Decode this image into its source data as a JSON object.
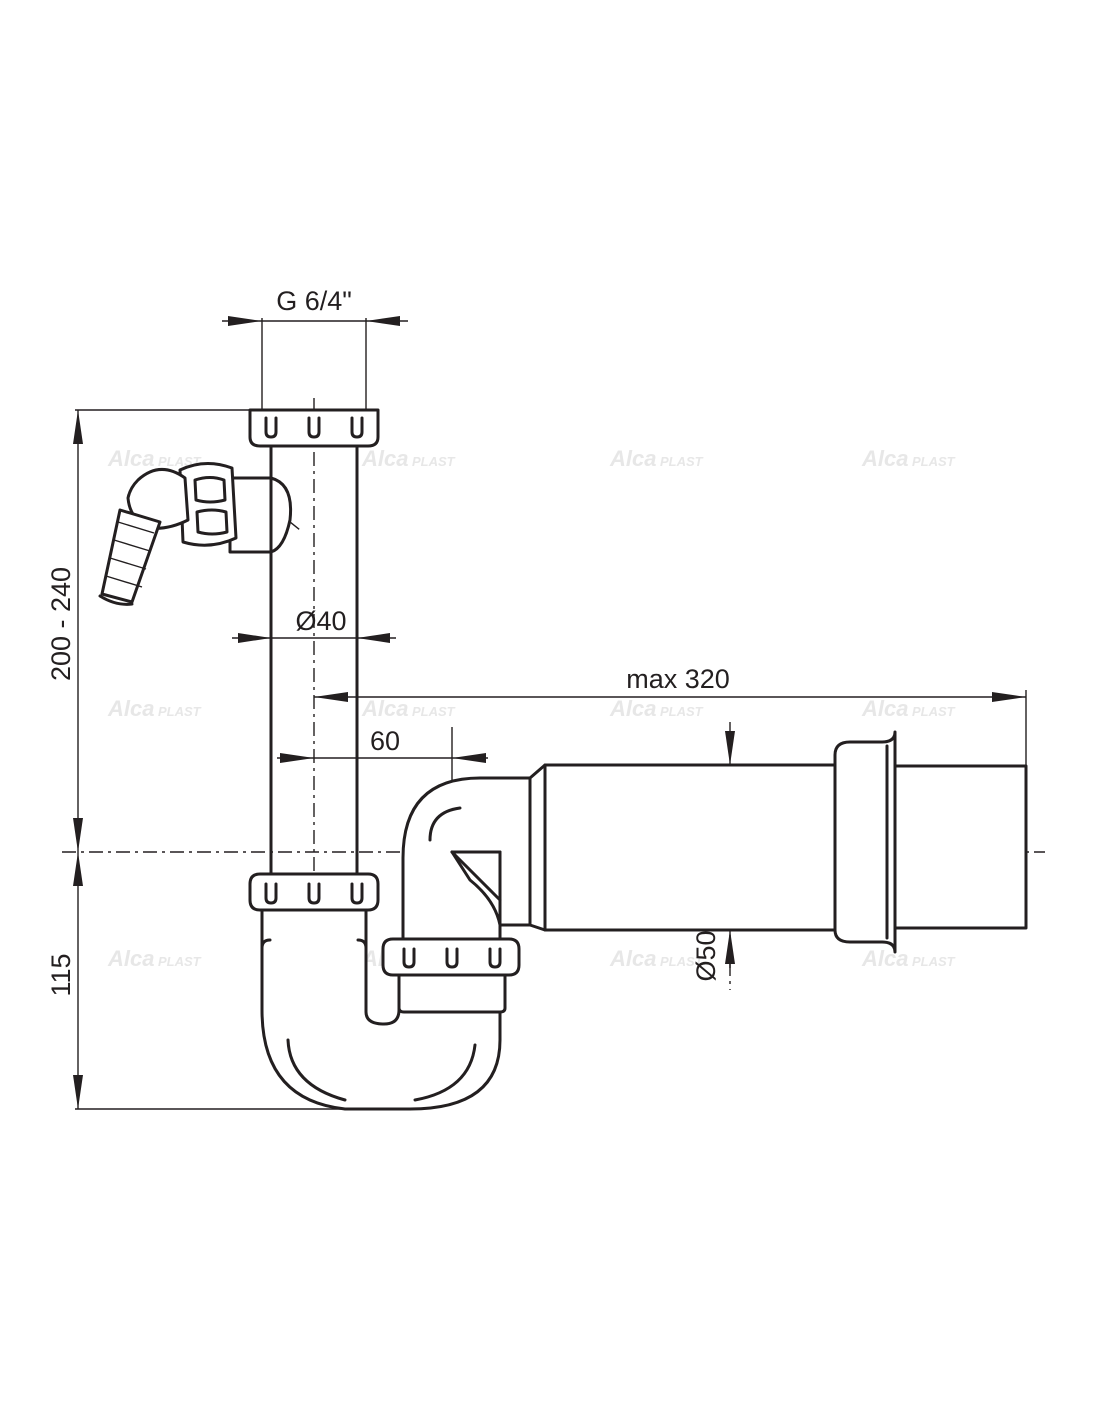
{
  "dimensions": {
    "thread": "G 6/4\"",
    "pipe_diameter": "Ø40",
    "max_length": "max 320",
    "offset": "60",
    "outlet_diameter": "Ø50",
    "height_range": "200 - 240",
    "seal_depth": "115"
  },
  "watermark": {
    "brand_main": "Alca",
    "brand_sub": "PLAST"
  },
  "colors": {
    "line": "#231f20",
    "watermark": "#e7e7e7"
  }
}
